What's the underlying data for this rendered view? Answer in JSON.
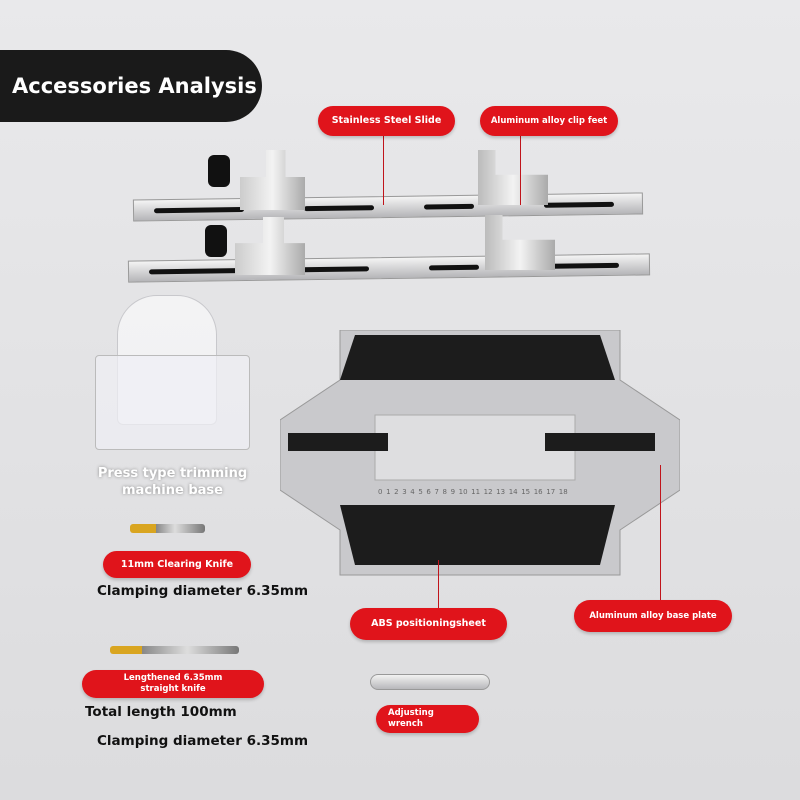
{
  "header": {
    "title": "Accessories Analysis"
  },
  "labels": {
    "slide": "Stainless Steel Slide",
    "clip_feet": "Aluminum alloy clip feet",
    "trimming_base": "Press type trimming machine base",
    "clearing_knife": "11mm Clearing Knife",
    "clearing_knife_spec": "Clamping diameter 6.35mm",
    "abs_sheet": "ABS positioningsheet",
    "base_plate": "Aluminum alloy base plate",
    "straight_knife": "Lengthened 6.35mm straight knife",
    "straight_knife_length": "Total length 100mm",
    "straight_knife_spec": "Clamping diameter 6.35mm",
    "wrench": "Adjusting wrench"
  },
  "ruler": {
    "ticks": [
      "0",
      "1",
      "2",
      "3",
      "4",
      "5",
      "6",
      "7",
      "8",
      "9",
      "10",
      "11",
      "12",
      "13",
      "14",
      "15",
      "16",
      "17",
      "18"
    ]
  },
  "colors": {
    "accent": "#e0141b",
    "title_bg": "#1a1a1a"
  }
}
